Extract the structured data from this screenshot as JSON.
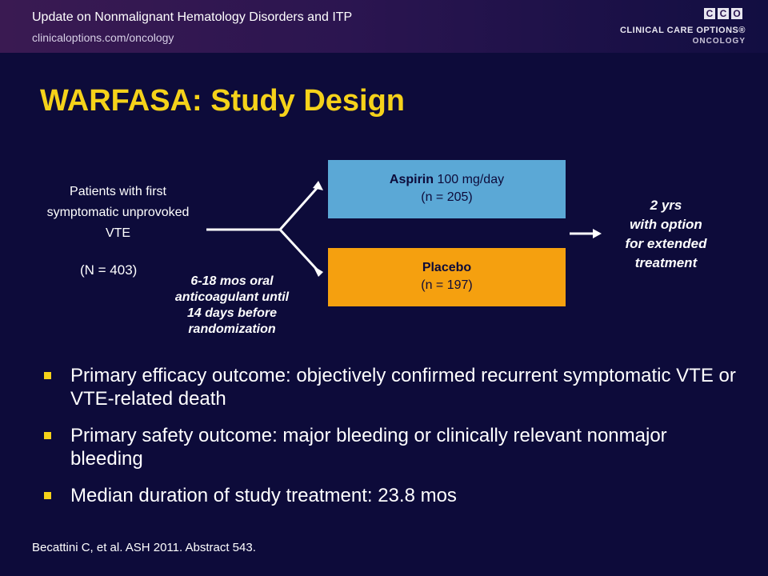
{
  "header": {
    "title": "Update on Nonmalignant Hematology Disorders and ITP",
    "url": "clinicaloptions.com/oncology",
    "logo": {
      "letters": [
        "C",
        "C",
        "O"
      ],
      "line1": "CLINICAL CARE OPTIONS®",
      "line2": "ONCOLOGY"
    }
  },
  "slide": {
    "title": "WARFASA: Study Design"
  },
  "diagram": {
    "patients": "Patients with first symptomatic unprovoked VTE",
    "patients_n": "(N = 403)",
    "runin": "6-18 mos oral anticoagulant until 14 days before randomization",
    "aspirin_name": "Aspirin",
    "aspirin_dose": " 100 mg/day",
    "aspirin_n": "(n = 205)",
    "placebo_name": "Placebo",
    "placebo_n": "(n = 197)",
    "outcome_line1": "2 yrs",
    "outcome_line2": "with option",
    "outcome_line3": "for extended",
    "outcome_line4": "treatment"
  },
  "bullets": [
    "Primary efficacy outcome: objectively confirmed recurrent symptomatic VTE or VTE-related death",
    "Primary safety outcome: major bleeding or clinically relevant nonmajor bleeding",
    "Median duration of study treatment: 23.8 mos"
  ],
  "citation": "Becattini C, et al. ASH 2011. Abstract 543.",
  "colors": {
    "background": "#0d0b3a",
    "title": "#f5d21a",
    "aspirin_box": "#5ba8d6",
    "placebo_box": "#f5a00f",
    "bullet_marker": "#f5d21a"
  }
}
